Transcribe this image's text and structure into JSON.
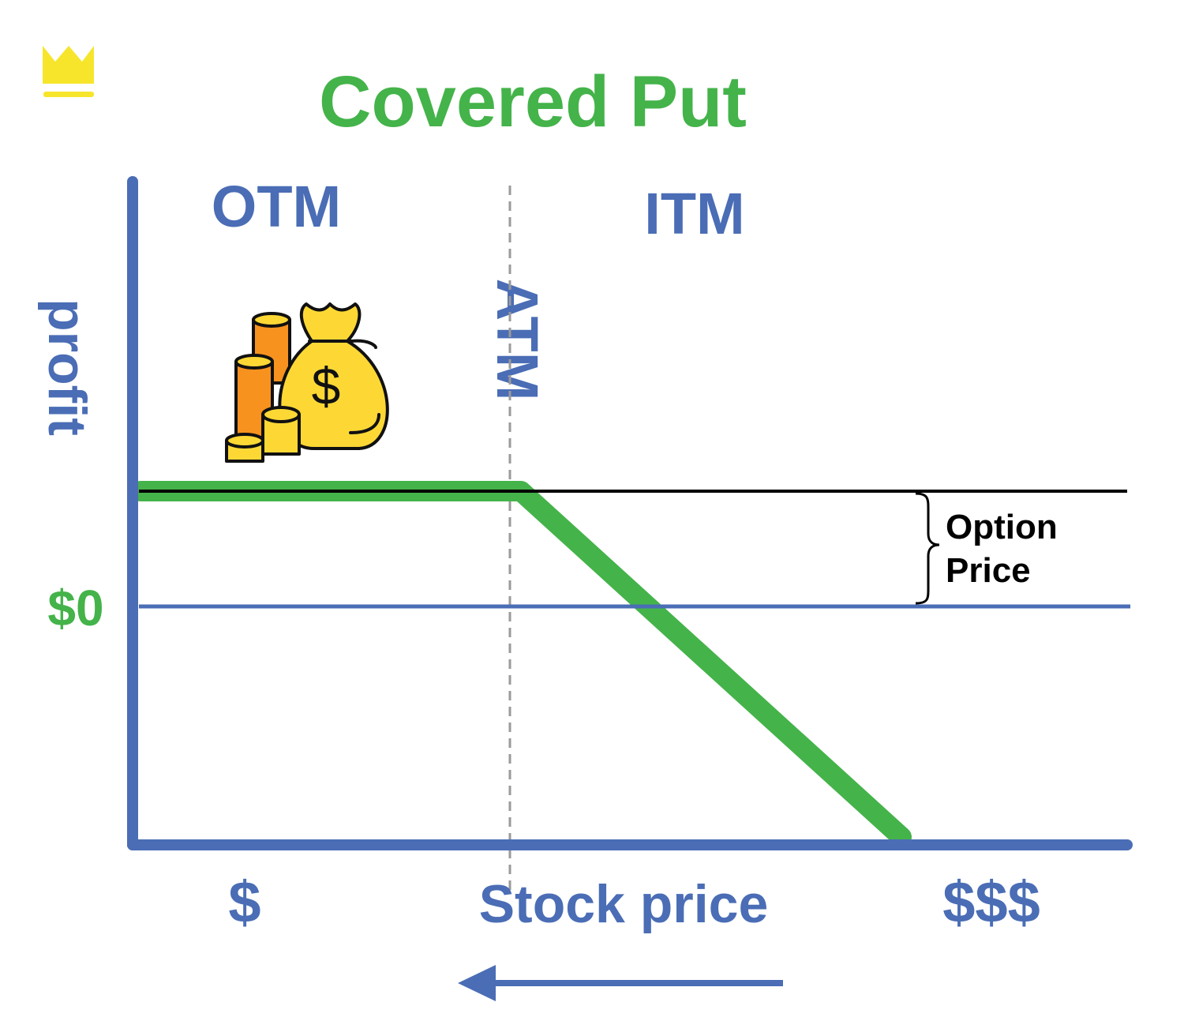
{
  "chart_data": {
    "type": "line",
    "title": "Covered Put",
    "xlabel": "Stock price",
    "ylabel": "profit",
    "x_tick_left": "$",
    "x_tick_right": "$$$",
    "y_zero_label": "$0",
    "regions": {
      "left": "OTM",
      "right": "ITM",
      "divider": "ATM"
    },
    "annotation": {
      "line1": "Option",
      "line2": "Price"
    },
    "series": [
      {
        "points": [
          {
            "x": 0.0,
            "y": 1.0
          },
          {
            "x": 0.5,
            "y": 1.0
          },
          {
            "x": 1.0,
            "y": -2.0
          }
        ]
      }
    ],
    "reference_lines": [
      {
        "y": 1.0,
        "color": "#000000"
      },
      {
        "y": 0.0,
        "color": "#4a6db5"
      }
    ],
    "xlim": [
      0,
      1
    ],
    "ylim": [
      -2,
      2.5
    ],
    "arrow_direction": "left",
    "colors": {
      "title": "#44b34a",
      "axis": "#4a6db5",
      "payoff": "#44b34a",
      "zero_label": "#44b34a",
      "crown": "#f7e52c",
      "reference": "#000000"
    }
  },
  "icons": {
    "crown": "crown-icon",
    "money": "money-bag-coins-icon",
    "arrow": "arrow-left-icon"
  }
}
